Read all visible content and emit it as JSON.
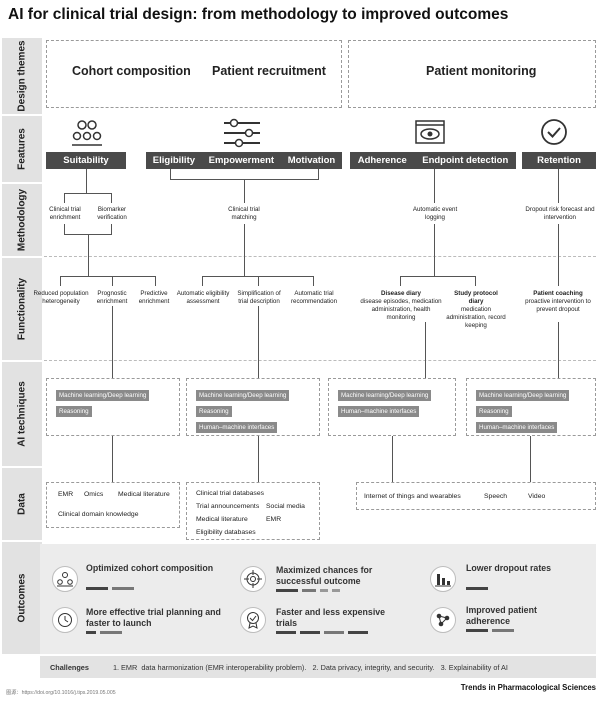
{
  "title": "AI for clinical trial design: from methodology to improved outcomes",
  "row_labels": [
    "Design themes",
    "Features",
    "Methodology",
    "Functionality",
    "AI techniques",
    "Data",
    "Outcomes"
  ],
  "design_themes": [
    "Cohort composition",
    "Patient recruitment",
    "Patient monitoring"
  ],
  "features": {
    "suitability": "Suitability",
    "recruitment": [
      "Eligibility",
      "Empowerment",
      "Motivation"
    ],
    "monitoring": [
      "Adherence",
      "Endpoint detection"
    ],
    "retention": "Retention"
  },
  "methodology": {
    "enrichment": "Clinical trial enrichment",
    "biomarker": "Biomarker verification",
    "matching": "Clinical trial matching",
    "event_logging": "Automatic event logging",
    "dropout": "Dropout risk forecast and intervention"
  },
  "functionality": {
    "reduced": "Reduced population heterogeneity",
    "prognostic": "Prognostic enrichment",
    "predictive": "Predictive enrichment",
    "auto_elig": "Automatic eligibility assessment",
    "simplification": "Simplification of trial description",
    "auto_rec": "Automatic trial recommendation",
    "disease_diary_title": "Disease diary",
    "disease_diary_body": "disease episodes, medication administration, health monitoring",
    "protocol_diary_title": "Study protocol diary",
    "protocol_diary_body": "medication administration, record keeping",
    "coaching_title": "Patient coaching",
    "coaching_body": "proactive intervention to prevent dropout"
  },
  "ai_techniques": {
    "ml": "Machine learning/Deep learning",
    "reasoning": "Reasoning",
    "hmi": "Human–machine interfaces"
  },
  "data": {
    "emr": "EMR",
    "omics": "Omics",
    "med_lit": "Medical literature",
    "clin_knowledge": "Clinical domain knowledge",
    "ct_db": "Clinical trial databases",
    "trial_ann": "Trial announcements",
    "social": "Social media",
    "med_lit2": "Medical literature",
    "emr2": "EMR",
    "elig_db": "Eligibility databases",
    "iot": "Internet of things and wearables",
    "speech": "Speech",
    "video": "Video"
  },
  "outcomes": [
    "Optimized cohort composition",
    "Maximized chances for successful outcome",
    "Lower dropout rates",
    "More effective trial planning and faster to launch",
    "Faster and less expensive trials",
    "Improved patient adherence"
  ],
  "challenges_label": "Challenges",
  "challenges_text": "1. EMR  data harmonization (EMR interoperability problem).   2. Data privacy, integrity, and security.   3. Explainability of AI",
  "journal": "Trends in Pharmacological Sciences",
  "source": "图源：https://doi.org/10.1016/j.tips.2019.05.005",
  "colors": {
    "dark": "#4a4a4a",
    "tag": "#8a8a8a",
    "panel": "#ececec"
  }
}
